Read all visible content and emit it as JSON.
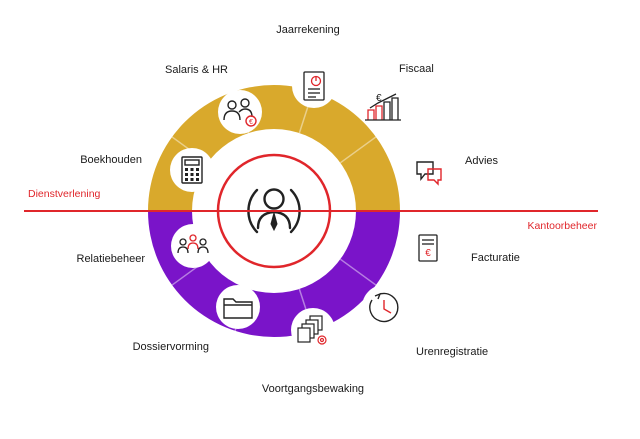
{
  "diagram": {
    "colors": {
      "top_half": "#d9a92c",
      "bottom_half": "#7a14c9",
      "accent_red": "#e0262b",
      "divider": "#ffffff",
      "text": "#1a1a1a",
      "icon": "#222222"
    },
    "left_section_label": "Dienstverlening",
    "right_section_label": "Kantoorbeheer",
    "center_icon": "person-with-tie-icon",
    "segments": [
      {
        "id": "boekhouden",
        "label": "Boekhouden",
        "icon": "calculator-icon"
      },
      {
        "id": "salaris-hr",
        "label": "Salaris & HR",
        "icon": "people-euro-icon"
      },
      {
        "id": "jaarrekening",
        "label": "Jaarrekening",
        "icon": "report-chart-icon"
      },
      {
        "id": "fiscaal",
        "label": "Fiscaal",
        "icon": "euro-buildings-icon"
      },
      {
        "id": "advies",
        "label": "Advies",
        "icon": "chat-bubbles-icon"
      },
      {
        "id": "facturatie",
        "label": "Facturatie",
        "icon": "invoice-icon"
      },
      {
        "id": "urenregistratie",
        "label": "Urenregistratie",
        "icon": "clock-icon"
      },
      {
        "id": "voortgangsbewaking",
        "label": "Voortgangsbewaking",
        "icon": "stacked-docs-gear-icon"
      },
      {
        "id": "dossiervorming",
        "label": "Dossiervorming",
        "icon": "folder-icon"
      },
      {
        "id": "relatiebeheer",
        "label": "Relatiebeheer",
        "icon": "network-people-icon"
      }
    ]
  }
}
